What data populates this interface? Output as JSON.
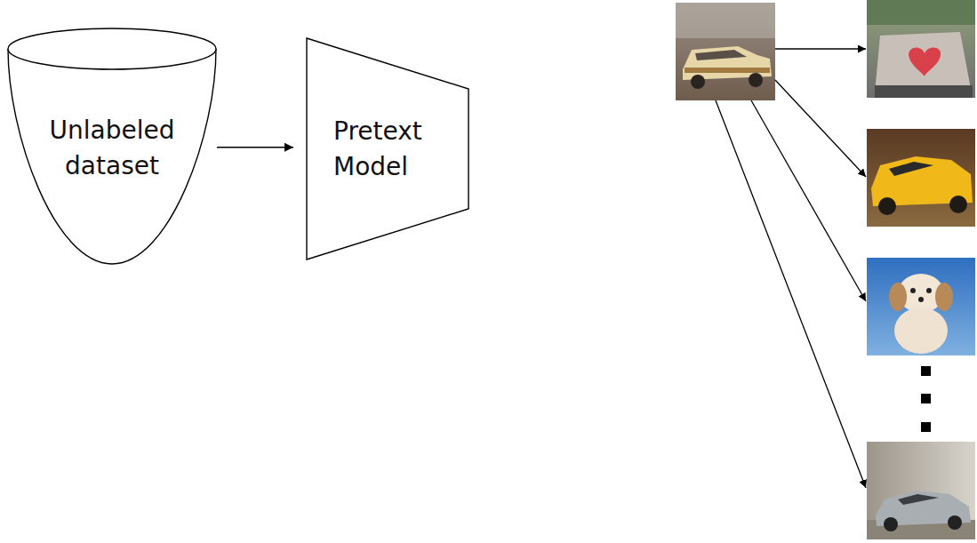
{
  "diagram": {
    "nodes": [
      {
        "text": [
          "Unlabeled dataset"
        ]
      },
      {
        "text": [
          "Pretext Model"
        ]
      }
    ],
    "edges": [
      {
        "from": 0,
        "to": 1,
        "arrow": "to"
      }
    ]
  }
}
